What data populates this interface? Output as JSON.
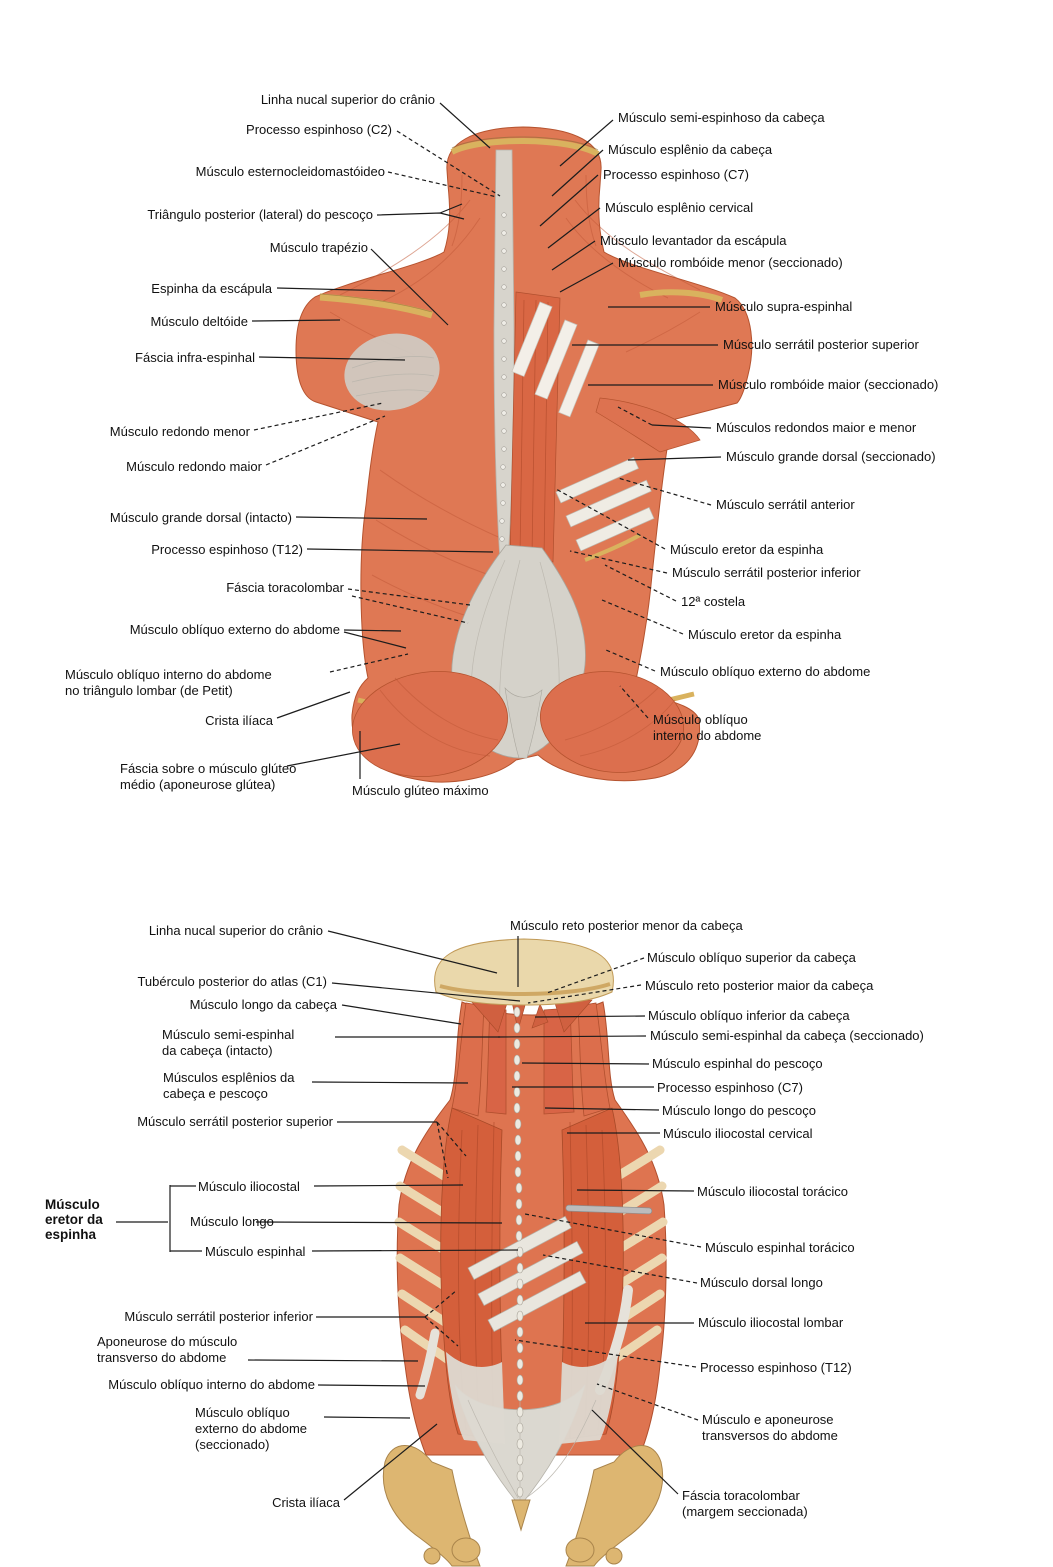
{
  "figure1": {
    "description": "Superficial and intermediate back muscles, posterior view",
    "left_labels": [
      "Linha nucal superior do crânio",
      "Processo espinhoso (C2)",
      "Músculo esternocleidomastóideo",
      "Triângulo posterior (lateral) do pescoço",
      "Músculo trapézio",
      "Espinha da escápula",
      "Músculo deltóide",
      "Fáscia infra-espinhal",
      "Músculo redondo menor",
      "Músculo redondo maior",
      "Músculo grande dorsal (intacto)",
      "Processo espinhoso (T12)",
      "Fáscia toracolombar",
      "Músculo oblíquo externo do abdome",
      "Músculo oblíquo interno do abdome\nno triângulo lombar (de Petit)",
      "Crista ilíaca",
      "Fáscia sobre o músculo glúteo\nmédio (aponeurose glútea)",
      "Músculo glúteo máximo"
    ],
    "right_labels": [
      "Músculo semi-espinhoso da cabeça",
      "Músculo esplênio da cabeça",
      "Processo espinhoso (C7)",
      "Músculo esplênio cervical",
      "Músculo levantador da escápula",
      "Músculo rombóide menor (seccionado)",
      "Músculo supra-espinhal",
      "Músculo serrátil posterior superior",
      "Músculo rombóide maior (seccionado)",
      "Músculos redondos maior e menor",
      "Músculo grande dorsal (seccionado)",
      "Músculo serrátil anterior",
      "Músculo eretor da espinha",
      "Músculo serrátil posterior inferior",
      "12ª costela",
      "Músculo eretor da espinha",
      "Músculo oblíquo externo do abdome",
      "Músculo oblíquo\ninterno do abdome"
    ]
  },
  "figure2": {
    "description": "Deep back muscles, posterior view",
    "left_labels": [
      "Linha nucal superior do crânio",
      "Tubérculo posterior do atlas (C1)",
      "Músculo longo da cabeça",
      "Músculo semi-espinhal\nda cabeça (intacto)",
      "Músculos esplênios da\ncabeça e pescoço",
      "Músculo serrátil posterior superior",
      "Músculo serrátil posterior inferior",
      "Aponeurose do músculo\ntransverso do abdome",
      "Músculo oblíquo interno do abdome",
      "Músculo oblíquo\nexterno do abdome\n(seccionado)",
      "Crista ilíaca"
    ],
    "eretor_group": {
      "title": "Músculo\neretor da\nespinha",
      "items": [
        "Músculo iliocostal",
        "Músculo longo",
        "Músculo espinhal"
      ]
    },
    "right_labels": [
      "Músculo reto posterior menor da cabeça",
      "Músculo oblíquo superior da cabeça",
      "Músculo reto posterior maior da cabeça",
      "Músculo oblíquo inferior da cabeça",
      "Músculo semi-espinhal da cabeça (seccionado)",
      "Músculo espinhal do pescoço",
      "Processo espinhoso (C7)",
      "Músculo longo do pescoço",
      "Músculo iliocostal cervical",
      "Músculo iliocostal torácico",
      "Músculo espinhal torácico",
      "Músculo dorsal longo",
      "Músculo iliocostal lombar",
      "Processo espinhoso (T12)",
      "Músculo e aponeurose\ntransversos do abdome",
      "Fáscia toracolombar\n(margem seccionada)"
    ]
  },
  "colors": {
    "muscle": "#df7854",
    "muscle_dark": "#b5532f",
    "bone": "#d9b26a",
    "fascia": "#d5d2ca",
    "leader_line": "#1c1c1c",
    "background": "#ffffff"
  }
}
